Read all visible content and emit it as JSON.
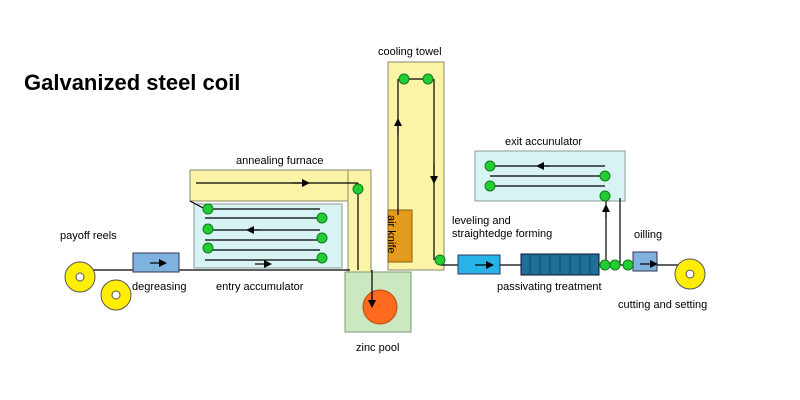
{
  "title": "Galvanized steel coil",
  "labels": {
    "payoff_reels": "payoff reels",
    "degreasing": "degreasing",
    "entry_accumulator": "entry accumulator",
    "annealing_furnace": "annealing furnace",
    "cooling_towel": "cooling towel",
    "air_knife": "air knife",
    "zinc_pool": "zinc pool",
    "leveling_line1": "leveling and",
    "leveling_line2": "straightedge forming",
    "passivating_treatment": "passivating treatment",
    "exit_accumulator": "exit accunulator",
    "oilling": "oilling",
    "cutting_and_setting": "cutting and setting"
  },
  "colors": {
    "furnace_yellow": "#fbf3a6",
    "accumulator_fill": "#d8f3f3",
    "zinc_pool_fill": "#cbe8c0",
    "roller_green": "#22cc33",
    "zinc_orange": "#ff6a1f",
    "air_knife_orange": "#e39a1e",
    "degreasing_blue": "#7fb2df",
    "passivating_blue": "#1f6f96",
    "leveling_blue": "#27b3e6",
    "reel_yellow": "#ffee00"
  }
}
